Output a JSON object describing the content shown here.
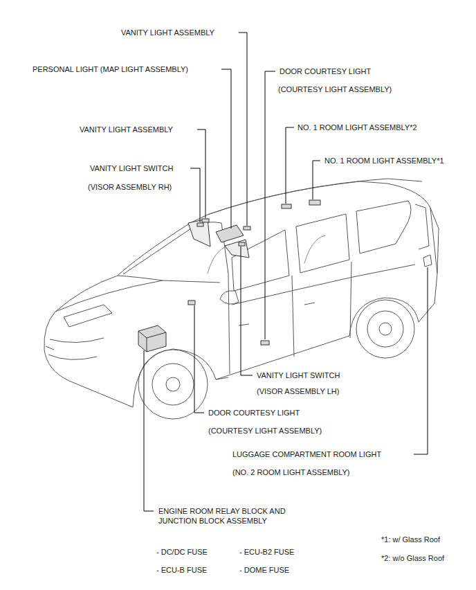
{
  "diagram": {
    "labels": [
      "VANITY LIGHT ASSEMBLY",
      "PERSONAL LIGHT (MAP LIGHT ASSEMBLY)",
      "DOOR COURTESY LIGHT",
      "(COURTESY LIGHT ASSEMBLY)",
      "NO. 1 ROOM LIGHT ASSEMBLY*2",
      "NO. 1 ROOM LIGHT ASSEMBLY*1",
      "VANITY LIGHT ASSEMBLY",
      "VANITY LIGHT SWITCH",
      "(VISOR ASSEMBLY RH)",
      "VANITY LIGHT SWITCH",
      "(VISOR ASSEMBLY LH)",
      "DOOR COURTESY LIGHT",
      "(COURTESY LIGHT ASSEMBLY)",
      "LUGGAGE COMPARTMENT ROOM LIGHT",
      "(NO. 2 ROOM LIGHT ASSEMBLY)",
      "ENGINE ROOM RELAY BLOCK AND",
      "JUNCTION BLOCK ASSEMBLY",
      "- DC/DC FUSE",
      "- ECU-B2 FUSE",
      "- ECU-B FUSE",
      "- DOME FUSE",
      "*1: w/ Glass Roof",
      "*2: w/o Glass Roof"
    ]
  }
}
